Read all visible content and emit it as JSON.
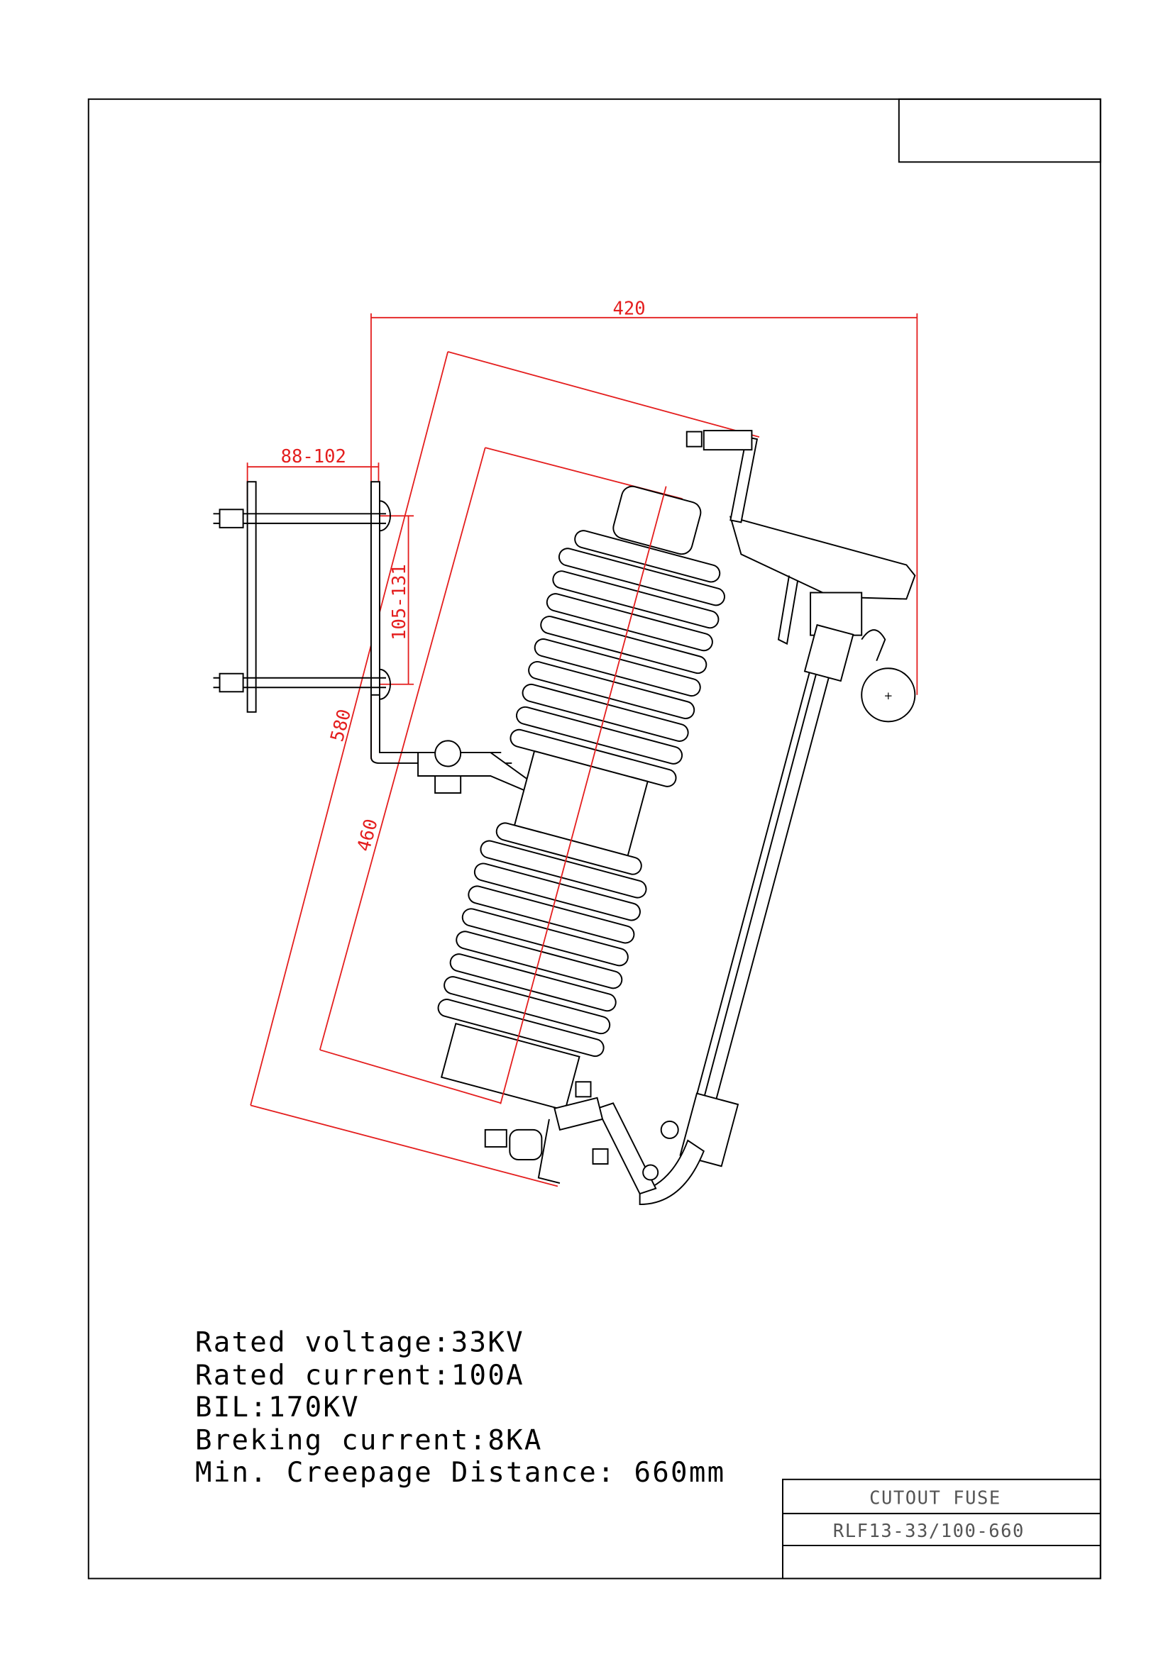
{
  "dimensions": {
    "overall_width": "420",
    "bracket_width": "88-102",
    "bolt_spacing": "105-131",
    "overall_length": "580",
    "insulator_length": "460"
  },
  "specs": [
    "Rated voltage:33KV",
    "Rated current:100A",
    "BIL:170KV",
    "Breking current:8KA",
    "Min. Creepage Distance: 660mm"
  ],
  "title_block": {
    "name": "CUTOUT FUSE",
    "model": "RLF13-33/100-660"
  },
  "colors": {
    "dimension": "#e41e1e",
    "line": "#000000"
  }
}
